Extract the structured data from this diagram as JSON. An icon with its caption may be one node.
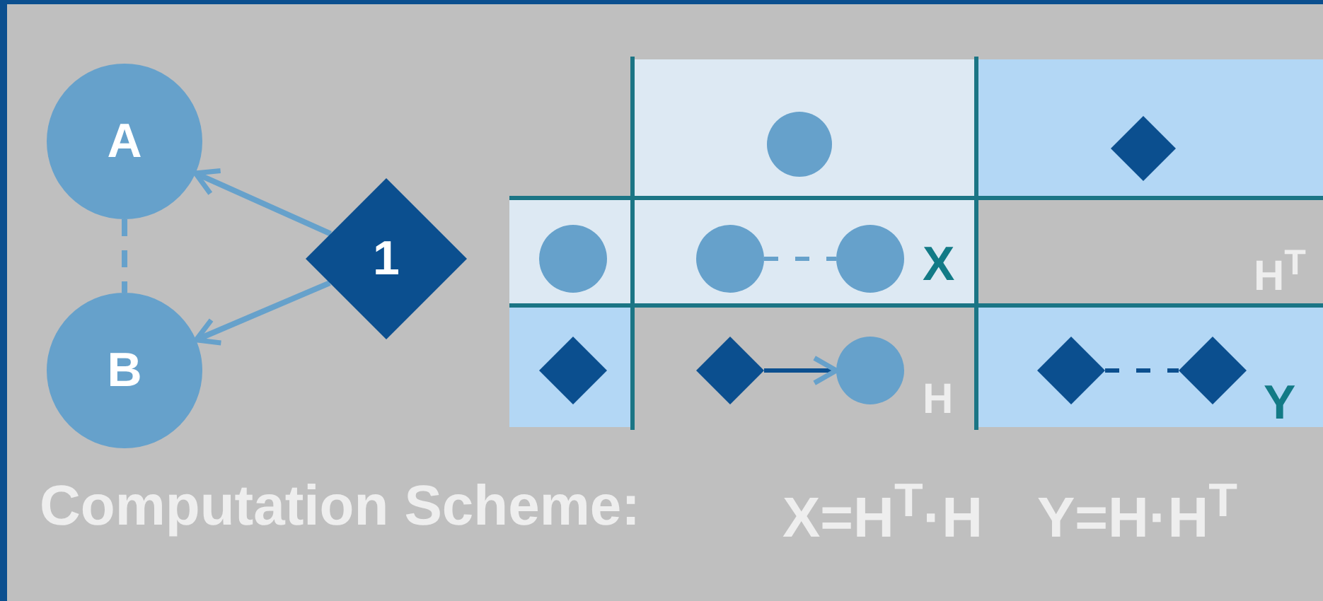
{
  "diagram": {
    "nodes": [
      {
        "text": [
          "A"
        ]
      },
      {
        "text": [
          "B"
        ]
      },
      {
        "text": [
          "1"
        ]
      },
      {
        "text": [],
        "shape": "circle"
      },
      {
        "text": [],
        "shape": "diamond"
      },
      {
        "text": [],
        "shape": "circle"
      },
      {
        "text": [],
        "shape": "circle"
      },
      {
        "text": [],
        "shape": "circle"
      },
      {
        "text": [],
        "shape": "diamond"
      },
      {
        "text": [],
        "shape": "diamond"
      },
      {
        "text": [],
        "shape": "circle"
      },
      {
        "text": [],
        "shape": "diamond"
      },
      {
        "text": [],
        "shape": "diamond"
      }
    ],
    "edges": [
      {
        "from": 2,
        "to": 0,
        "arrow": "to"
      },
      {
        "from": 2,
        "to": 1,
        "arrow": "to"
      },
      {
        "from": 0,
        "to": 1,
        "arrow": "none",
        "style": "dashed"
      },
      {
        "from": 6,
        "to": 7,
        "arrow": "none",
        "style": "dashed"
      },
      {
        "from": 9,
        "to": 10,
        "arrow": "to",
        "color": "#0b4f8f"
      },
      {
        "from": 11,
        "to": 12,
        "arrow": "none",
        "style": "dashed",
        "color": "#0b4f8f"
      }
    ],
    "labels": [
      "X",
      "H$^{T}$",
      "H",
      "Y",
      "Computation Scheme:",
      "X=H$^{T}$·H",
      "Y=H·H$^{T}$"
    ]
  }
}
